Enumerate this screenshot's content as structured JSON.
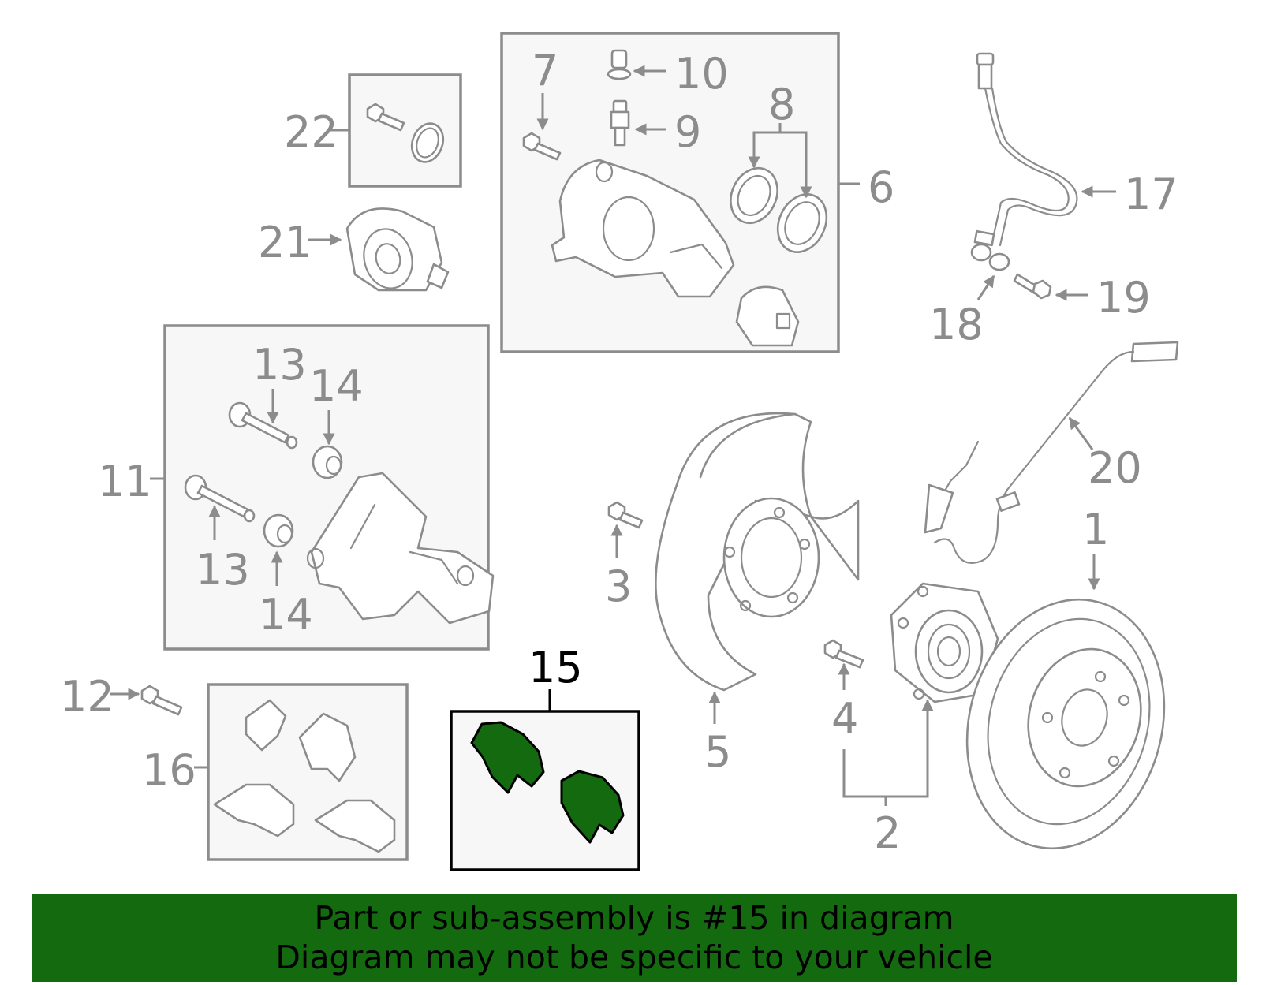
{
  "diagram": {
    "highlighted_callout": "15",
    "highlight_color": "#146b0f",
    "callouts": {
      "c1": "1",
      "c2": "2",
      "c3": "3",
      "c4": "4",
      "c5": "5",
      "c6": "6",
      "c7": "7",
      "c8": "8",
      "c9": "9",
      "c10": "10",
      "c11": "11",
      "c12": "12",
      "c13a": "13",
      "c13b": "13",
      "c14a": "14",
      "c14b": "14",
      "c15": "15",
      "c16": "16",
      "c17": "17",
      "c18": "18",
      "c19": "19",
      "c20": "20",
      "c21": "21",
      "c22": "22"
    }
  },
  "banner": {
    "line1": "Part or sub-assembly is #15 in diagram",
    "line2": "Diagram may not be specific to your vehicle",
    "background_color": "#146b0f"
  }
}
